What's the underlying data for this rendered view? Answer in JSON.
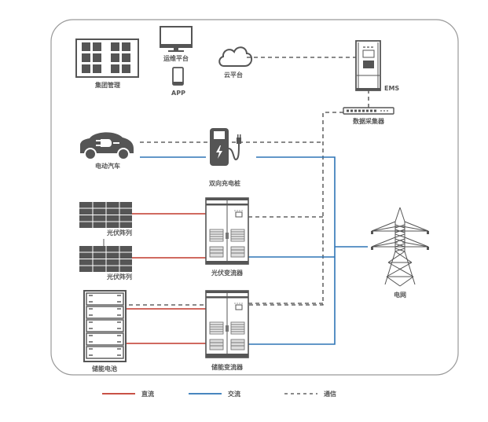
{
  "colors": {
    "dc": "#c0392b",
    "ac": "#2e75b6",
    "comm": "#444444",
    "icon": "#555555",
    "frame": "#999999"
  },
  "nodes": {
    "group_mgmt": {
      "label": "集团管理",
      "icon": "dashboard-grid-icon"
    },
    "ops_platform": {
      "label": "运维平台",
      "icon": "monitor-icon"
    },
    "app": {
      "label": "APP",
      "icon": "smartphone-icon"
    },
    "cloud": {
      "label": "云平台",
      "icon": "cloud-icon"
    },
    "ems": {
      "label": "EMS",
      "icon": "ems-cabinet-icon"
    },
    "collector": {
      "label": "数据采集器",
      "icon": "network-switch-icon"
    },
    "ev": {
      "label": "电动汽车",
      "icon": "electric-car-icon"
    },
    "charger": {
      "label": "双向充电桩",
      "icon": "charging-station-icon"
    },
    "pv1": {
      "label": "光伏阵列",
      "icon": "solar-panel-icon"
    },
    "pv2": {
      "label": "光伏阵列",
      "icon": "solar-panel-icon"
    },
    "pv_inverter": {
      "label": "光伏变流器",
      "icon": "inverter-cabinet-icon"
    },
    "battery": {
      "label": "储能电池",
      "icon": "battery-rack-icon"
    },
    "storage_inverter": {
      "label": "储能变流器",
      "icon": "inverter-cabinet-icon"
    },
    "grid": {
      "label": "电网",
      "icon": "transmission-tower-icon"
    }
  },
  "legend": [
    {
      "type": "dc",
      "label": "直流"
    },
    {
      "type": "ac",
      "label": "交流"
    },
    {
      "type": "comm",
      "label": "通信"
    }
  ]
}
